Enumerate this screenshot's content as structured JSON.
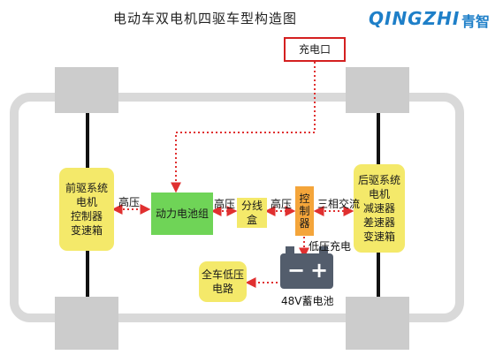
{
  "title": "电动车双电机四驱车型构造图",
  "logo": {
    "latin": "QINGZHI",
    "chinese": "青智"
  },
  "nodes": {
    "charge_port": "充电口",
    "front_drive": "前驱系统\n电机\n控制器\n变速箱",
    "battery_pack": "动力电池组",
    "junction_box": "分线盒",
    "controller": "控\n制\n器",
    "rear_drive": "后驱系统\n电机\n减速器\n差速器\n变速箱",
    "low_voltage": "全车低压\n电路",
    "battery_48v": "48V蓄电池"
  },
  "edge_labels": {
    "hv_front": "高压",
    "hv_pack_junction": "高压",
    "hv_junction_controller": "高压",
    "three_phase": "三相交流",
    "low_charge": "低压充电"
  },
  "colors": {
    "frame": "#d9d9d9",
    "axle": "#111111",
    "wheel": "#cccccc",
    "dotted_line": "#e03030",
    "charge_border": "#d42020",
    "yellow": "#f4e96a",
    "green": "#6fd457",
    "orange": "#f4a53a",
    "battery": "#535d6c",
    "logo": "#1e7fc8"
  }
}
